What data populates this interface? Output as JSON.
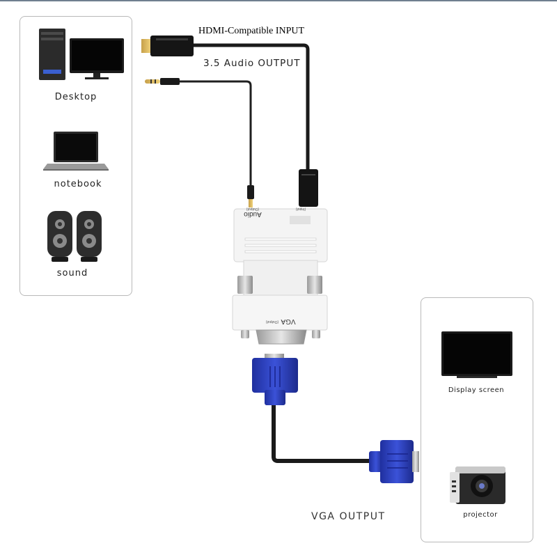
{
  "labels": {
    "hdmi_input": "HDMI-Compatible INPUT",
    "audio_output": "3.5 Audio OUTPUT",
    "vga_output": "VGA OUTPUT"
  },
  "source_devices": [
    {
      "name": "Desktop",
      "icon": "desktop-pc-icon"
    },
    {
      "name": "notebook",
      "icon": "laptop-icon"
    },
    {
      "name": "sound",
      "icon": "speakers-icon"
    }
  ],
  "display_devices": [
    {
      "name": "Display screen",
      "icon": "monitor-icon"
    },
    {
      "name": "projector",
      "icon": "projector-icon"
    }
  ],
  "adapter": {
    "audio_port_label": "Audio",
    "audio_port_sub": "(Output)",
    "input_port_sub": "(Input)",
    "vga_port_label": "VGA",
    "vga_port_sub": "(Output)"
  },
  "colors": {
    "cable": "#1a1a1a",
    "vga_connector": "#2a3fc4",
    "adapter_body": "#f4f4f4",
    "panel_border": "#b9b9b9"
  }
}
